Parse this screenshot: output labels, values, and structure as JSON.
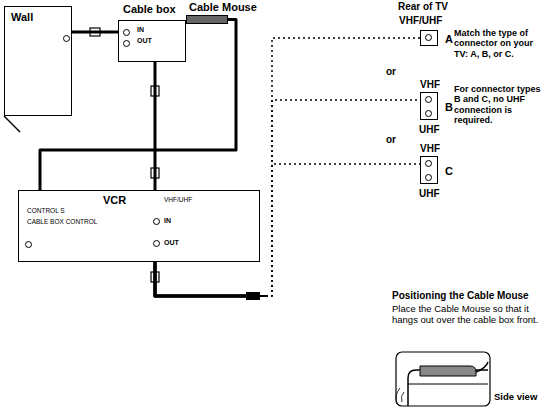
{
  "diagram": {
    "nodes": [
      {
        "text": [
          "Wall"
        ]
      },
      {
        "text": [
          "Cable box",
          "IN",
          "OUT"
        ]
      },
      {
        "text": [
          "VCR",
          "CONTROL S",
          "CABLE BOX CONTROL",
          "VHF/UHF",
          "IN",
          "OUT"
        ]
      },
      {
        "text": [
          "VHF/UHF",
          "A"
        ]
      },
      {
        "text": [
          "VHF",
          "B",
          "UHF"
        ]
      },
      {
        "text": [
          "VHF",
          "C",
          "UHF"
        ]
      },
      {
        "text": [
          "Cable Mouse"
        ]
      }
    ],
    "edges": [
      {
        "from": 0,
        "to": 1,
        "arrow": "none"
      },
      {
        "from": 1,
        "to": 2,
        "arrow": "none"
      },
      {
        "from": 6,
        "to": 2,
        "arrow": "none"
      },
      {
        "from": 2,
        "to": 3,
        "arrow": "none"
      },
      {
        "from": 2,
        "to": 4,
        "arrow": "none"
      },
      {
        "from": 2,
        "to": 5,
        "arrow": "none"
      }
    ],
    "labels": [
      "Rear of TV",
      "Match the type of connector on your TV: A, B, or C.",
      "For connector types B and C, no UHF connection is required.",
      "or",
      "or",
      "Positioning the Cable Mouse",
      "Place the Cable Mouse so that it hangs out over the cable box front.",
      "Side view"
    ]
  }
}
